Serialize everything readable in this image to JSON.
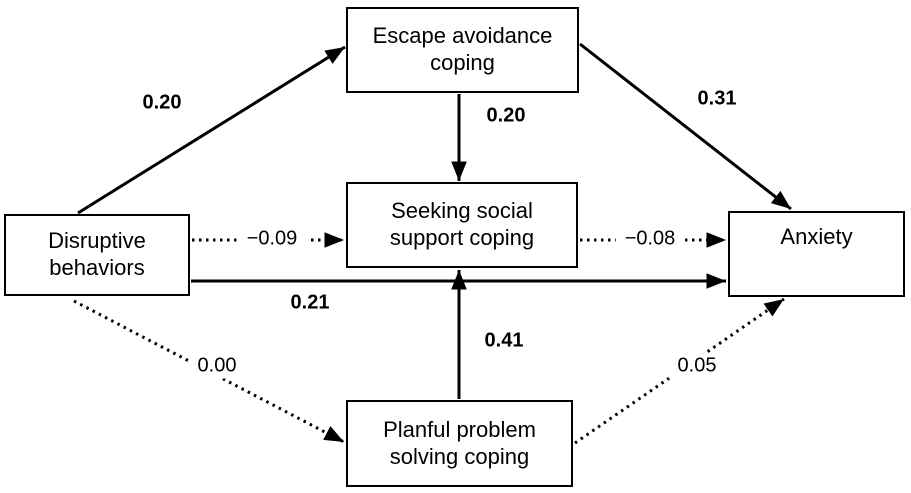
{
  "diagram": {
    "type": "path-model",
    "background": "#ffffff",
    "line_color": "#000000",
    "box_fill": "#ffffff",
    "box_border": "#000000",
    "nodes": {
      "disruptive": {
        "lines": [
          "Disruptive",
          "behaviors"
        ]
      },
      "escape": {
        "lines": [
          "Escape avoidance",
          "coping"
        ]
      },
      "seeking": {
        "lines": [
          "Seeking social",
          "support coping"
        ]
      },
      "planful": {
        "lines": [
          "Planful problem",
          "solving coping"
        ]
      },
      "anxiety": {
        "lines": [
          "Anxiety"
        ]
      }
    },
    "coefficients": {
      "disruptive_escape": "0.20",
      "escape_seeking": "0.20",
      "escape_anxiety": "0.31",
      "disruptive_seeking": "−0.09",
      "seeking_anxiety": "−0.08",
      "disruptive_anxiety": "0.21",
      "planful_seeking": "0.41",
      "disruptive_planful": "0.00",
      "planful_anxiety": "0.05"
    },
    "paths": [
      {
        "from": "Disruptive behaviors",
        "to": "Escape avoidance coping",
        "coefficient": "0.20",
        "line_style": "solid"
      },
      {
        "from": "Escape avoidance coping",
        "to": "Seeking social support coping",
        "coefficient": "0.20",
        "line_style": "solid"
      },
      {
        "from": "Escape avoidance coping",
        "to": "Anxiety",
        "coefficient": "0.31",
        "line_style": "solid"
      },
      {
        "from": "Disruptive behaviors",
        "to": "Seeking social support coping",
        "coefficient": "−0.09",
        "line_style": "dotted"
      },
      {
        "from": "Seeking social support coping",
        "to": "Anxiety",
        "coefficient": "−0.08",
        "line_style": "dotted"
      },
      {
        "from": "Disruptive behaviors",
        "to": "Anxiety",
        "coefficient": "0.21",
        "line_style": "solid"
      },
      {
        "from": "Planful problem solving coping",
        "to": "Seeking social support coping",
        "coefficient": "0.41",
        "line_style": "solid"
      },
      {
        "from": "Disruptive behaviors",
        "to": "Planful problem solving coping",
        "coefficient": "0.00",
        "line_style": "dotted"
      },
      {
        "from": "Planful problem solving coping",
        "to": "Anxiety",
        "coefficient": "0.05",
        "line_style": "dotted"
      }
    ]
  }
}
